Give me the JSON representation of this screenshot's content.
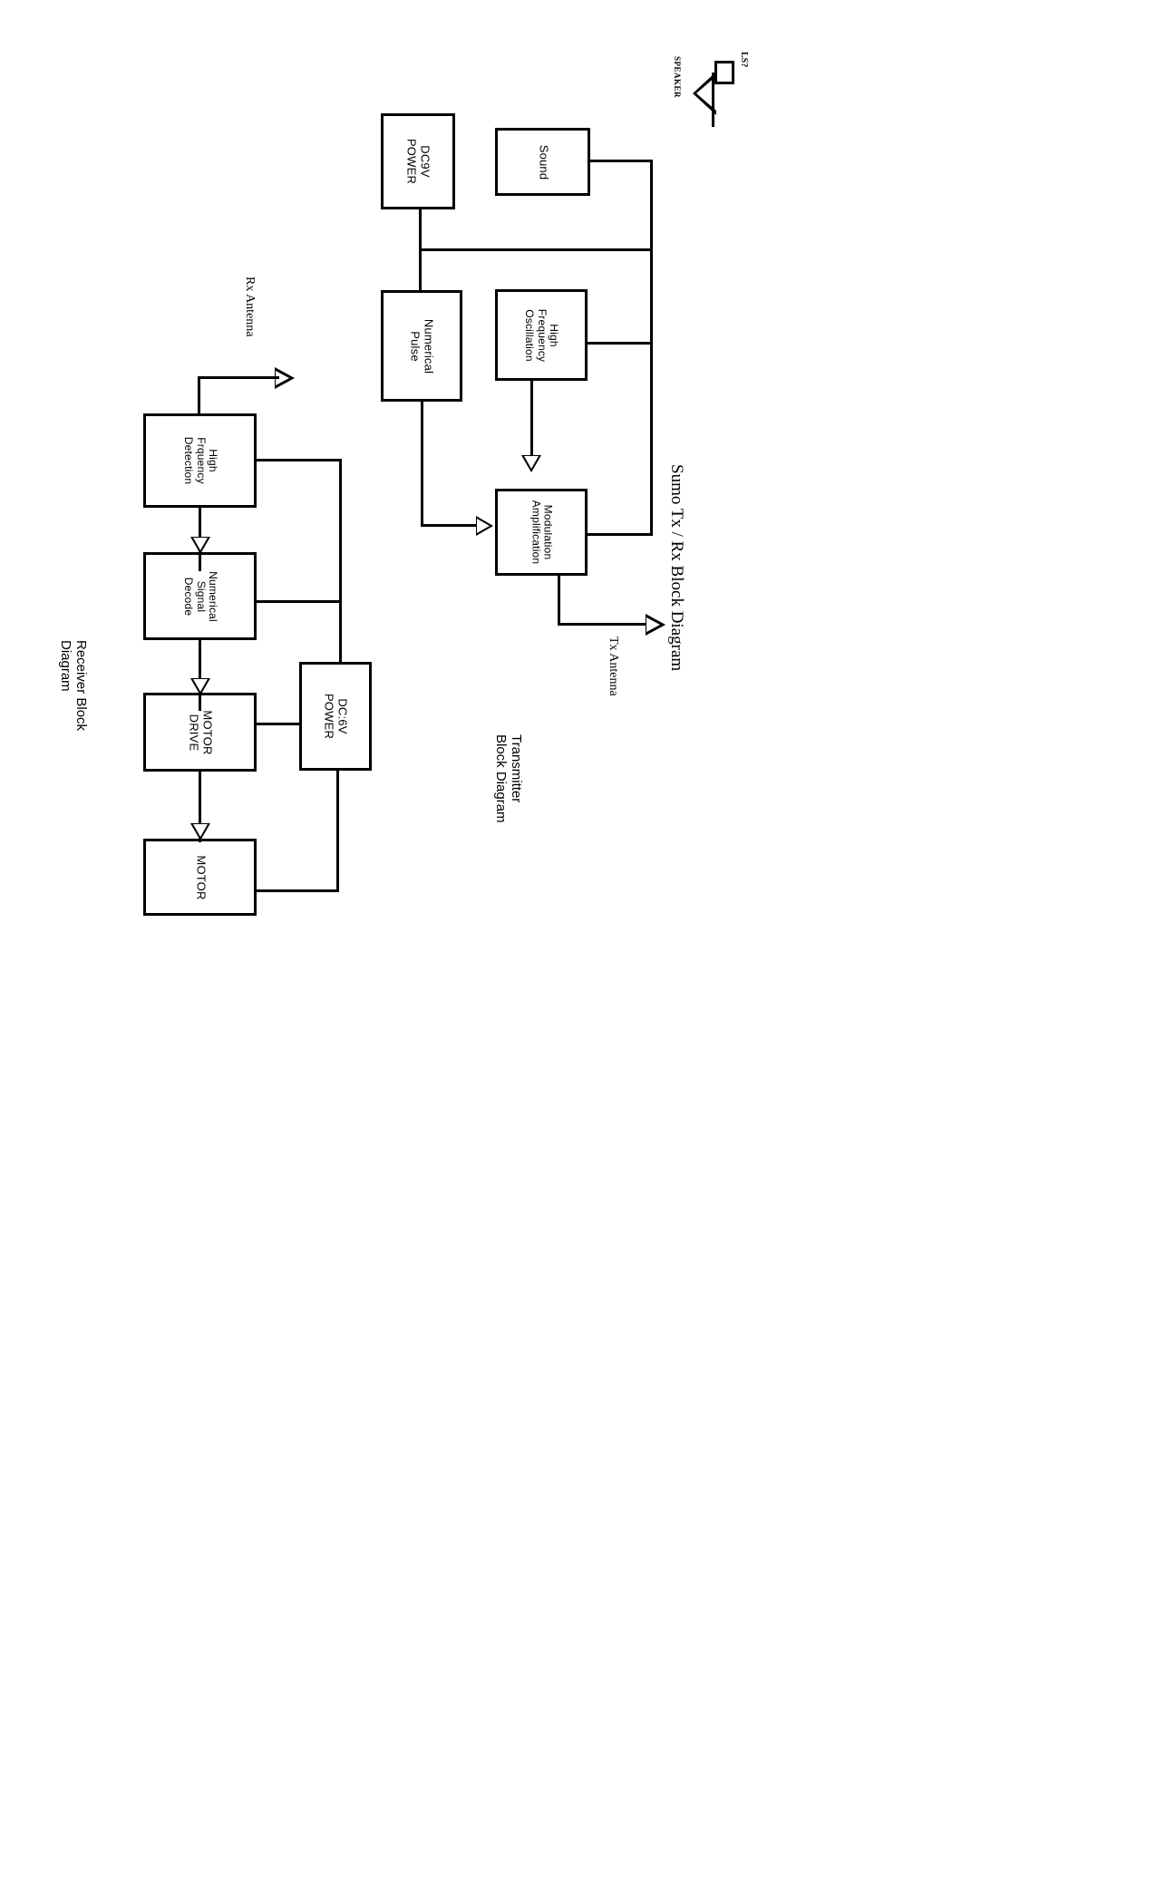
{
  "document": {
    "title": "Sumo Tx / Rx Block Diagram",
    "orientation": "rotated-90-clockwise",
    "background_color": "#ffffff",
    "line_color": "#000000"
  },
  "titles": {
    "main": "Sumo Tx / Rx Block Diagram",
    "transmitter": "Transmitter\nBlock Diagram",
    "transmitter_line1": "Transmitter",
    "transmitter_line2": "Block Diagram",
    "receiver_line1": "Receiver Block",
    "receiver_line2": "Diagram"
  },
  "transmitter": {
    "blocks": [
      {
        "id": "dc9v-power",
        "label": "DC9V\nPOWER",
        "line1": "DC9V",
        "line2": "POWER",
        "line3": ""
      },
      {
        "id": "sound",
        "label": "Sound",
        "line1": "Sound",
        "line2": "",
        "line3": ""
      },
      {
        "id": "numerical-pulse",
        "label": "Numerical\nPulse",
        "line1": "Numerical",
        "line2": "Pulse",
        "line3": ""
      },
      {
        "id": "high-frequency-oscillation",
        "label": "High\nFrequency\nOscillation",
        "line1": "High",
        "line2": "Frequency",
        "line3": "Oscillation"
      },
      {
        "id": "modulation-amplification",
        "label": "Modulation\nAmplification",
        "line1": "Modulation",
        "line2": "Amplification",
        "line3": ""
      }
    ],
    "antenna_label": "Tx Antenna",
    "speaker_label": "SPEAKER",
    "speaker_ref": "LS?"
  },
  "receiver": {
    "blocks": [
      {
        "id": "high-frquency-detection",
        "label": "High\nFrquency\nDetection",
        "line1": "High",
        "line2": "Frquency",
        "line3": "Detection"
      },
      {
        "id": "numerical-signal-decode",
        "label": "Numerical\nSignal\nDecode",
        "line1": "Numerical",
        "line2": "Signal",
        "line3": "Decode"
      },
      {
        "id": "motor-drive",
        "label": "MOTOR\nDRIVE",
        "line1": "MOTOR",
        "line2": "DRIVE",
        "line3": ""
      },
      {
        "id": "motor",
        "label": "MOTOR",
        "line1": "MOTOR",
        "line2": "",
        "line3": ""
      },
      {
        "id": "dc6v-power",
        "label": "DC:6V\nPOWER",
        "line1": "DC:6V",
        "line2": "POWER",
        "line3": ""
      }
    ],
    "antenna_label": "Rx Antenna"
  }
}
